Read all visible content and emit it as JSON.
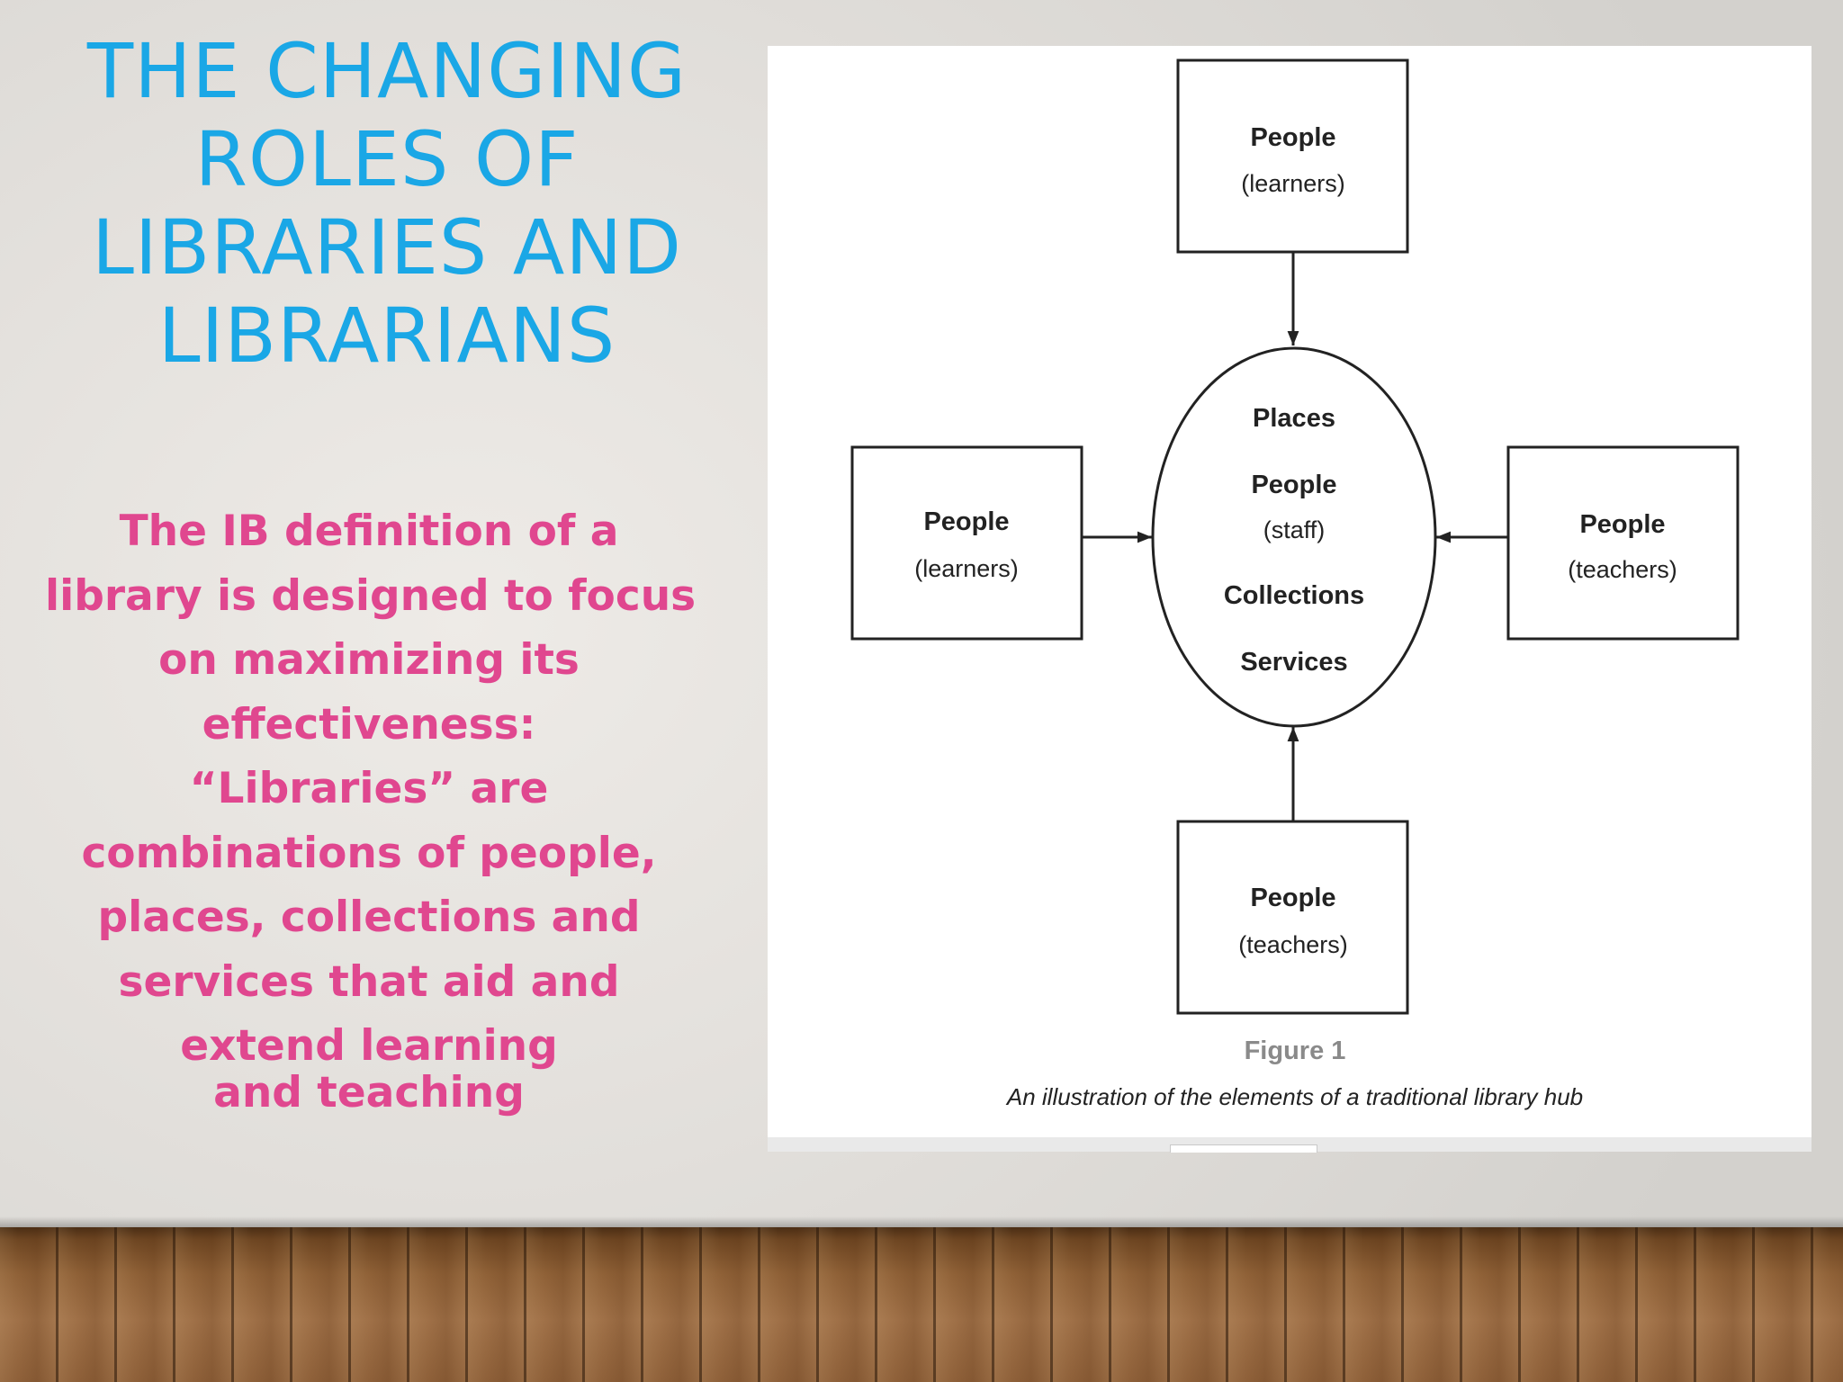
{
  "slide": {
    "title_lines": [
      "THE CHANGING",
      "ROLES OF",
      "LIBRARIES AND",
      "LIBRARIANS"
    ],
    "definition_lines": [
      "The IB definition of a",
      "library is designed to focus",
      "on maximizing its",
      "effectiveness:",
      "“Libraries” are",
      "combinations of people,",
      "places, collections and",
      "services that aid and",
      "extend learning",
      "and teaching"
    ],
    "colors": {
      "title": "#1aa7e6",
      "definition": "#e0478f"
    }
  },
  "diagram": {
    "hub": {
      "items": [
        {
          "text": "Places",
          "style": "bold"
        },
        {
          "text": "People",
          "style": "bold"
        },
        {
          "text": "(staff)",
          "style": "normal"
        },
        {
          "text": "Collections",
          "style": "bold"
        },
        {
          "text": "Services",
          "style": "bold"
        }
      ]
    },
    "top_box": {
      "title": "People",
      "subtitle": "(learners)"
    },
    "left_box": {
      "title": "People",
      "subtitle": "(learners)"
    },
    "right_box": {
      "title": "People",
      "subtitle": "(teachers)"
    },
    "bottom_box": {
      "title": "People",
      "subtitle": "(teachers)"
    },
    "figure_label": "Figure 1",
    "caption": "An illustration of the elements of a traditional library hub"
  }
}
